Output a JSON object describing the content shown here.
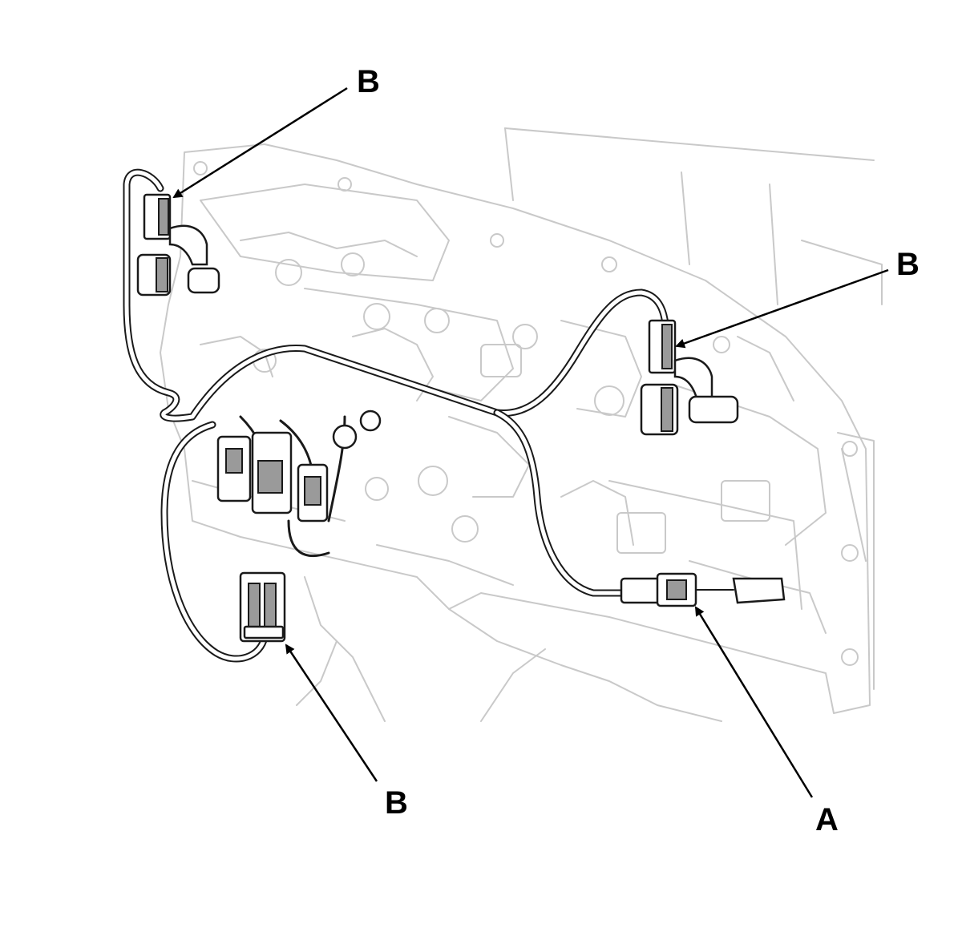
{
  "callouts": [
    {
      "id": "b-top-left",
      "label": "B"
    },
    {
      "id": "b-right",
      "label": "B"
    },
    {
      "id": "b-bottom",
      "label": "B"
    },
    {
      "id": "a-bottom-right",
      "label": "A"
    }
  ],
  "colors": {
    "background": "#ffffff",
    "transmission_lines": "#c9c9c9",
    "harness": "#1a1a1a",
    "connector_fill": "#9a9a9a",
    "labels": "#000000"
  },
  "icons": [
    "transmission-body",
    "wire-harness",
    "connector",
    "arrow"
  ]
}
